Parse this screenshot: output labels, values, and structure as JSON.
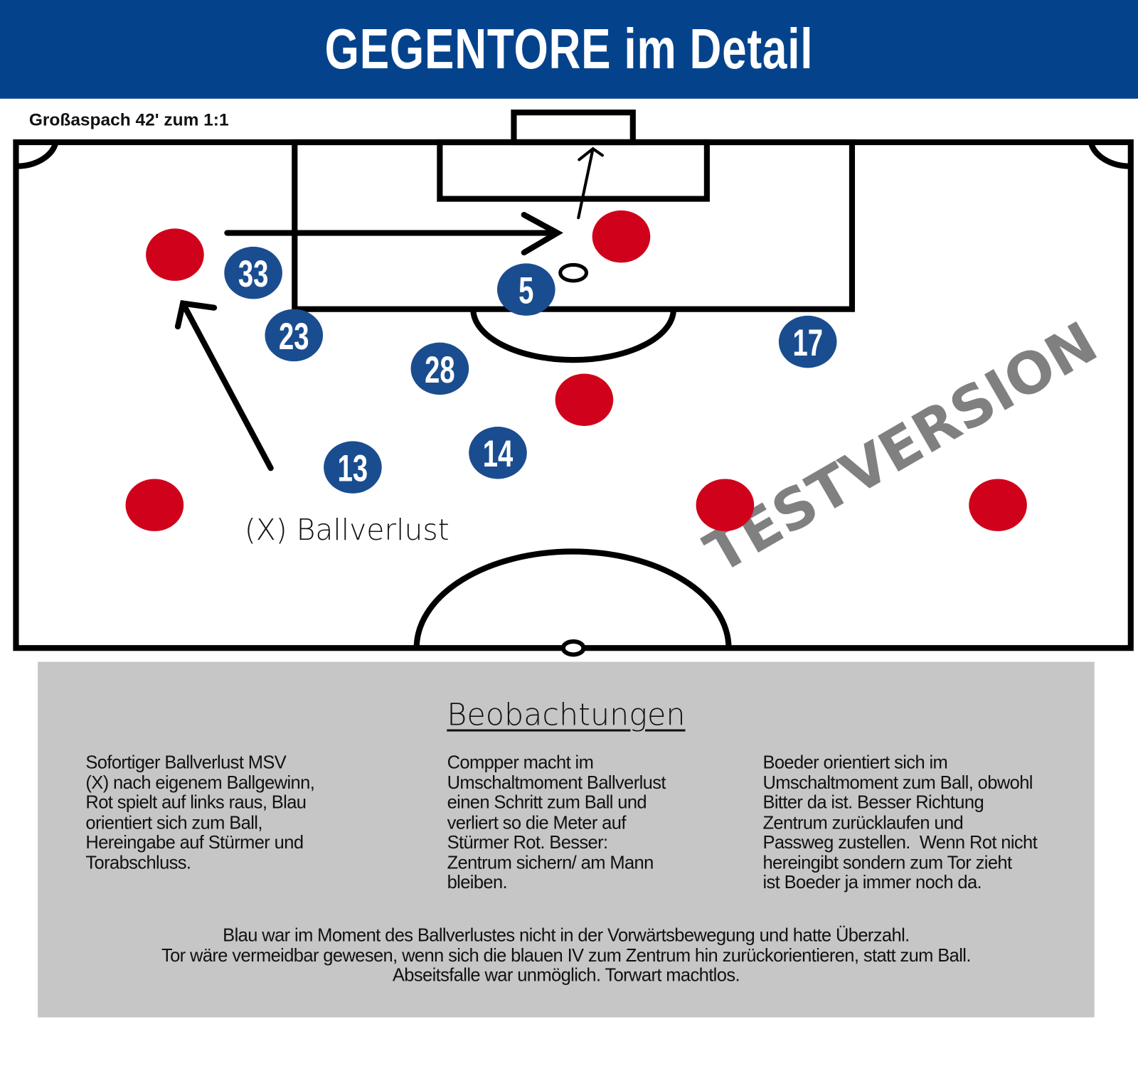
{
  "header": {
    "title": "GEGENTORE im Detail"
  },
  "scene": {
    "subtitle": "Großaspach 42' zum 1:1",
    "loss_label": "(X) Ballverlust",
    "watermark": "TESTVERSION",
    "blue_players": [
      "33",
      "5",
      "23",
      "28",
      "17",
      "13",
      "14"
    ],
    "colors": {
      "header": "#04438c",
      "red": "#d0021b",
      "blue": "#1a4d8f",
      "panel": "#c6c6c6"
    }
  },
  "observations": {
    "title": "Beobachtungen",
    "columns": [
      "Sofortiger Ballverlust MSV\n(X) nach eigenem Ballgewinn,\nRot spielt auf links raus, Blau\norientiert sich zum Ball,\nHereingabe auf Stürmer und\nTorabschluss.",
      "Compper macht im\nUmschaltmoment Ballverlust\neinen Schritt zum Ball und\nverliert so die Meter auf\nStürmer Rot. Besser:\nZentrum sichern/ am Mann\nbleiben.",
      "Boeder orientiert sich im\nUmschaltmoment zum Ball, obwohl\nBitter da ist. Besser Richtung\nZentrum zurücklaufen und\nPassweg zustellen.  Wenn Rot nicht\nhereingibt sondern zum Tor zieht\nist Boeder ja immer noch da."
    ],
    "summary": [
      "Blau war im Moment des Ballverlustes nicht in der Vorwärtsbewegung und hatte Überzahl.",
      "Tor wäre vermeidbar gewesen, wenn sich die blauen IV zum Zentrum hin zurückorientieren, statt zum Ball.",
      "Abseitsfalle war unmöglich. Torwart machtlos."
    ]
  }
}
